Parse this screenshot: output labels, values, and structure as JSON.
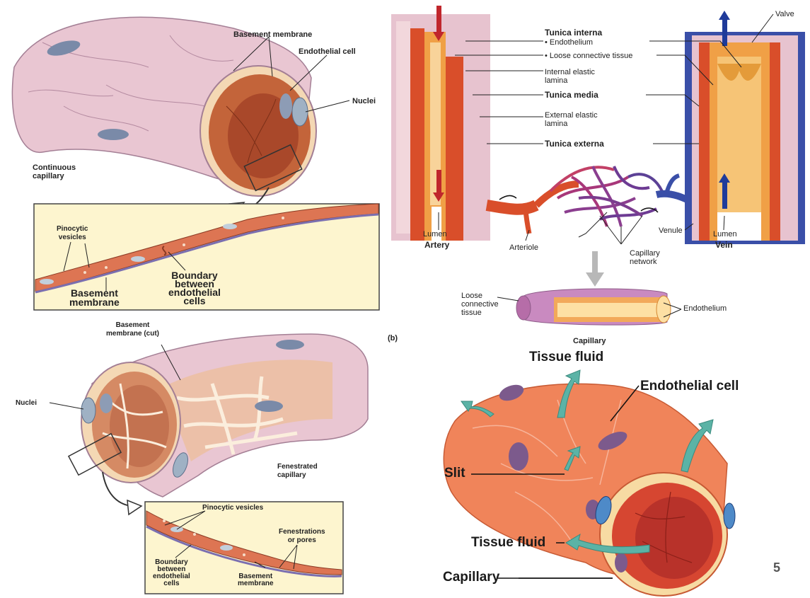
{
  "continuous": {
    "basement_membrane": "Basement membrane",
    "endothelial_cell": "Endothelial cell",
    "nuclei": "Nuclei",
    "title": "Continuous\ncapillary",
    "inset_pinocytic": "Pinocytic\nvesicles",
    "inset_basement": "Basement\nmembrane",
    "inset_boundary": "Boundary\nbetween\nendothelial\ncells"
  },
  "vessels": {
    "tunica_interna": "Tunica interna",
    "endothelium": "• Endothelium",
    "loose_ct": "• Loose connective tissue",
    "internal_elastic": "Internal elastic\nlamina",
    "tunica_media": "Tunica media",
    "external_elastic": "External elastic\nlamina",
    "tunica_externa": "Tunica externa",
    "valve": "Valve",
    "lumen_artery": "Lumen",
    "artery": "Artery",
    "arteriole": "Arteriole",
    "capillary_network": "Capillary\nnetwork",
    "venule": "Venule",
    "lumen_vein": "Lumen",
    "vein": "Vein",
    "loose_ct2": "Loose\nconnective\ntissue",
    "endothelium2": "Endothelium",
    "capillary": "Capillary",
    "panel_tag": "(b)"
  },
  "fenestrated": {
    "basement_cut": "Basement\nmembrane (cut)",
    "nuclei": "Nuclei",
    "title": "Fenestrated\ncapillary",
    "inset_pinocytic": "Pinocytic vesicles",
    "inset_fenestrations": "Fenestrations\nor pores",
    "inset_boundary": "Boundary\nbetween\nendothelial\ncells",
    "inset_basement": "Basement\nmembrane"
  },
  "tissue": {
    "tissue_fluid_top": "Tissue fluid",
    "endothelial_cell": "Endothelial cell",
    "slit": "Slit",
    "tissue_fluid_bottom": "Tissue fluid",
    "capillary": "Capillary",
    "page_number": "5"
  },
  "colors": {
    "vessel_pink": "#e7c3cf",
    "vessel_red": "#d94e2a",
    "vessel_orange": "#f0a046",
    "vein_blue": "#3a4fa8",
    "capillary_purple": "#7a3c8e",
    "fluid_teal": "#5bb3a6",
    "inset_bg": "#fdf5cf"
  }
}
